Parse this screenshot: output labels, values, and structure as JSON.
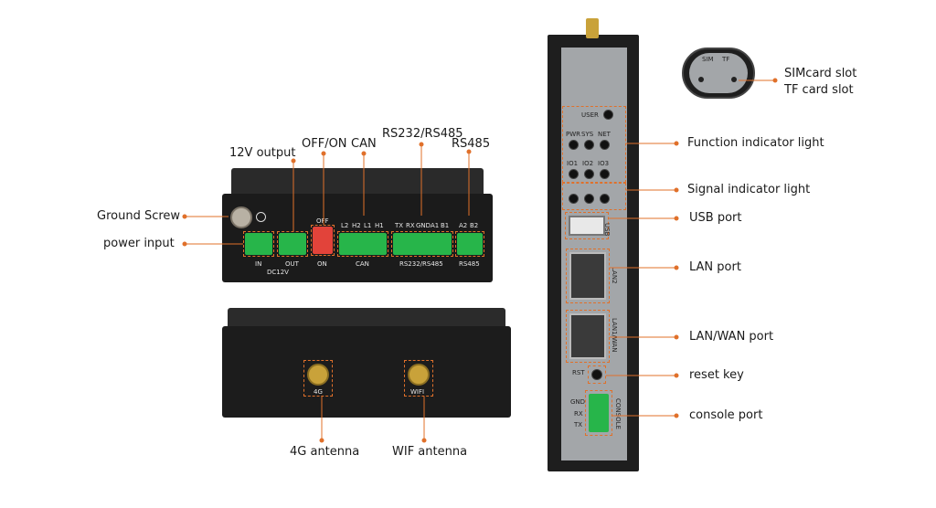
{
  "colors": {
    "accent_orange": "#e0702a",
    "device_dark": "#1e1e1e",
    "panel_gray": "#9ea1a4",
    "terminal_green": "#27b54a",
    "antenna_gold": "#c9a23a"
  },
  "callouts": {
    "ground_screw": "Ground Screw",
    "power_input": "power input",
    "output_12v": "12V output",
    "off_on": "OFF/ON",
    "can": "CAN",
    "rs232_rs485": "RS232/RS485",
    "rs485": "RS485",
    "antenna_4g": "4G antenna",
    "wifi_antenna": "WIF antenna",
    "sim_slot": "SIMcard slot",
    "tf_slot": "TF card slot",
    "function_light": "Function indicator light",
    "signal_light": "Signal indicator light",
    "usb_port": "USB port",
    "lan_port": "LAN port",
    "lan_wan_port": "LAN/WAN port",
    "reset_key": "reset key",
    "console_port": "console port"
  },
  "front_panel": {
    "in": "IN",
    "out": "OUT",
    "dc12v": "DC12V",
    "off": "OFF",
    "on": "ON",
    "can": "CAN",
    "rs232_rs485": "RS232/RS485",
    "rs485": "RS485",
    "can_pins": [
      "L2",
      "H2",
      "L1",
      "H1"
    ],
    "rs232_pins": [
      "TX",
      "RX",
      "GND",
      "A1",
      "B1"
    ],
    "rs485_pins": [
      "A2",
      "B2"
    ]
  },
  "back_panel": {
    "ant1": "4G",
    "ant2": "WIFI"
  },
  "side_panel": {
    "user": "USER",
    "leds_row1": [
      "PWR",
      "SYS",
      "NET"
    ],
    "leds_row2": [
      "IO1",
      "IO2",
      "IO3"
    ],
    "usb": "USB",
    "lan2": "LAN2",
    "lan_wan": "LAN1/WAN",
    "rst": "RST",
    "console": "CONSOLE",
    "console_pins": [
      "GND",
      "RX",
      "TX"
    ],
    "sim": "SIM",
    "tf": "TF"
  }
}
